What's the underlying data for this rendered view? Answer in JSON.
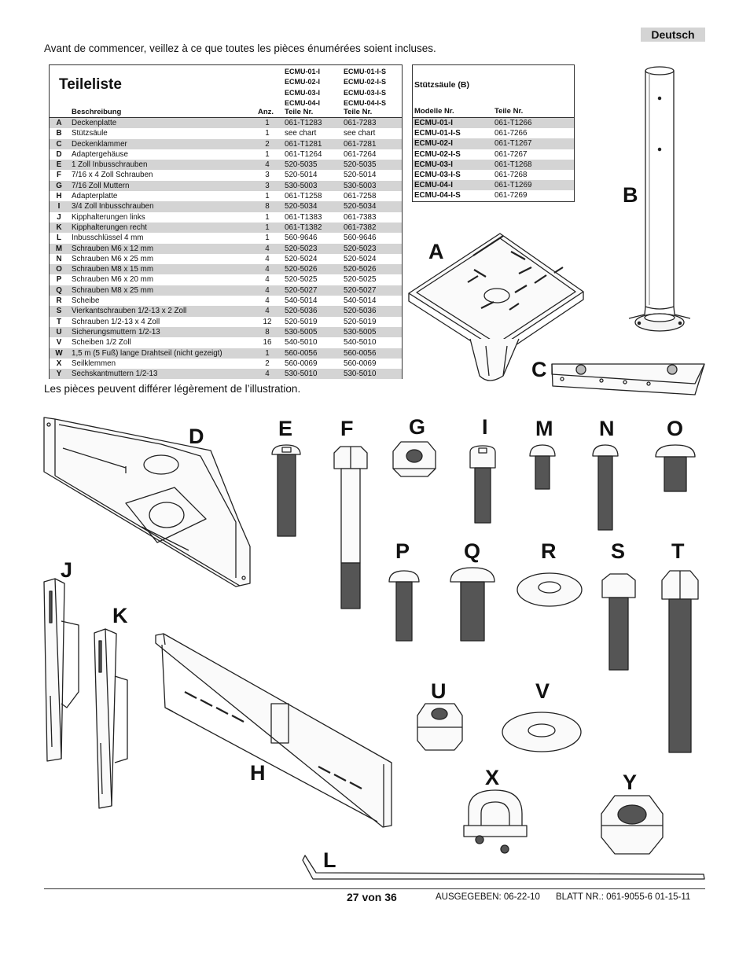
{
  "language_tab": "Deutsch",
  "intro": "Avant de commencer, veillez à ce que toutes les pièces énumérées soient incluses.",
  "note": "Les pièces peuvent différer légèrement de l’illustration.",
  "parts_table": {
    "title": "Teileliste",
    "models_a": [
      "ECMU-01-I",
      "ECMU-02-I",
      "ECMU-03-I",
      "ECMU-04-I"
    ],
    "models_b": [
      "ECMU-01-I-S",
      "ECMU-02-I-S",
      "ECMU-03-I-S",
      "ECMU-04-I-S"
    ],
    "headers": {
      "desc": "Beschreibung",
      "qty": "Anz.",
      "part_a": "Teile Nr.",
      "part_b": "Teile Nr."
    },
    "rows": [
      {
        "letter": "A",
        "desc": "Deckenplatte",
        "qty": "1",
        "part_a": "061-T1283",
        "part_b": "061-7283"
      },
      {
        "letter": "B",
        "desc": "Stützsäule",
        "qty": "1",
        "part_a": "see chart",
        "part_b": "see chart"
      },
      {
        "letter": "C",
        "desc": "Deckenklammer",
        "qty": "2",
        "part_a": "061-T1281",
        "part_b": "061-7281"
      },
      {
        "letter": "D",
        "desc": "Adaptergehäuse",
        "qty": "1",
        "part_a": "061-T1264",
        "part_b": "061-7264"
      },
      {
        "letter": "E",
        "desc": "1 Zoll Inbusschrauben",
        "qty": "4",
        "part_a": "520-5035",
        "part_b": "520-5035"
      },
      {
        "letter": "F",
        "desc": "7/16 x 4 Zoll Schrauben",
        "qty": "3",
        "part_a": "520-5014",
        "part_b": "520-5014"
      },
      {
        "letter": "G",
        "desc": "7/16 Zoll Muttern",
        "qty": "3",
        "part_a": "530-5003",
        "part_b": "530-5003"
      },
      {
        "letter": "H",
        "desc": "Adapterplatte",
        "qty": "1",
        "part_a": "061-T1258",
        "part_b": "061-7258"
      },
      {
        "letter": "I",
        "desc": "3/4 Zoll Inbusschrauben",
        "qty": "8",
        "part_a": "520-5034",
        "part_b": "520-5034"
      },
      {
        "letter": "J",
        "desc": "Kipphalterungen links",
        "qty": "1",
        "part_a": "061-T1383",
        "part_b": "061-7383"
      },
      {
        "letter": "K",
        "desc": "Kipphalterungen recht",
        "qty": "1",
        "part_a": "061-T1382",
        "part_b": "061-7382"
      },
      {
        "letter": "L",
        "desc": "Inbusschlüssel 4 mm",
        "qty": "1",
        "part_a": "560-9646",
        "part_b": "560-9646"
      },
      {
        "letter": "M",
        "desc": "Schrauben M6 x 12 mm",
        "qty": "4",
        "part_a": "520-5023",
        "part_b": "520-5023"
      },
      {
        "letter": "N",
        "desc": "Schrauben M6 x 25 mm",
        "qty": "4",
        "part_a": "520-5024",
        "part_b": "520-5024"
      },
      {
        "letter": "O",
        "desc": "Schrauben M8 x 15 mm",
        "qty": "4",
        "part_a": "520-5026",
        "part_b": "520-5026"
      },
      {
        "letter": "P",
        "desc": "Schrauben M6 x 20 mm",
        "qty": "4",
        "part_a": "520-5025",
        "part_b": "520-5025"
      },
      {
        "letter": "Q",
        "desc": "Schrauben M8 x 25 mm",
        "qty": "4",
        "part_a": "520-5027",
        "part_b": "520-5027"
      },
      {
        "letter": "R",
        "desc": "Scheibe",
        "qty": "4",
        "part_a": "540-5014",
        "part_b": "540-5014"
      },
      {
        "letter": "S",
        "desc": "Vierkantschrauben 1/2-13 x 2 Zoll",
        "qty": "4",
        "part_a": "520-5036",
        "part_b": "520-5036"
      },
      {
        "letter": "T",
        "desc": "Schrauben 1/2-13 x 4 Zoll",
        "qty": "12",
        "part_a": "520-5019",
        "part_b": "520-5019"
      },
      {
        "letter": "U",
        "desc": "Sicherungsmuttern 1/2-13",
        "qty": "8",
        "part_a": "530-5005",
        "part_b": "530-5005"
      },
      {
        "letter": "V",
        "desc": "Scheiben 1/2 Zoll",
        "qty": "16",
        "part_a": "540-5010",
        "part_b": "540-5010"
      },
      {
        "letter": "W",
        "desc": "1,5 m (5 Fuß) lange Drahtseil (nicht gezeigt)",
        "qty": "1",
        "part_a": "560-0056",
        "part_b": "560-0056"
      },
      {
        "letter": "X",
        "desc": "Seilklemmen",
        "qty": "2",
        "part_a": "560-0069",
        "part_b": "560-0069"
      },
      {
        "letter": "Y",
        "desc": "Sechskantmuttern 1/2-13",
        "qty": "4",
        "part_a": "530-5010",
        "part_b": "530-5010"
      }
    ]
  },
  "column_table": {
    "title": "Stützsäule (B)",
    "headers": {
      "model": "Modelle Nr.",
      "part": "Teile Nr."
    },
    "rows": [
      {
        "model": "ECMU-01-I",
        "part": "061-T1266"
      },
      {
        "model": "ECMU-01-I-S",
        "part": "061-7266"
      },
      {
        "model": "ECMU-02-I",
        "part": "061-T1267"
      },
      {
        "model": "ECMU-02-I-S",
        "part": "061-7267"
      },
      {
        "model": "ECMU-03-I",
        "part": "061-T1268"
      },
      {
        "model": "ECMU-03-I-S",
        "part": "061-7268"
      },
      {
        "model": "ECMU-04-I",
        "part": "061-T1269"
      },
      {
        "model": "ECMU-04-I-S",
        "part": "061-7269"
      }
    ]
  },
  "illustration_letters": {
    "A": "A",
    "B": "B",
    "C": "C",
    "D": "D",
    "E": "E",
    "F": "F",
    "G": "G",
    "I": "I",
    "M": "M",
    "N": "N",
    "O": "O",
    "J": "J",
    "K": "K",
    "P": "P",
    "Q": "Q",
    "R": "R",
    "S": "S",
    "T": "T",
    "U": "U",
    "V": "V",
    "H": "H",
    "X": "X",
    "Y": "Y",
    "L": "L"
  },
  "footer": {
    "page": "27 von 36",
    "issued": "AUSGEGEBEN: 06-22-10",
    "sheet": "BLATT NR.: 061-9055-6  01-15-11"
  }
}
